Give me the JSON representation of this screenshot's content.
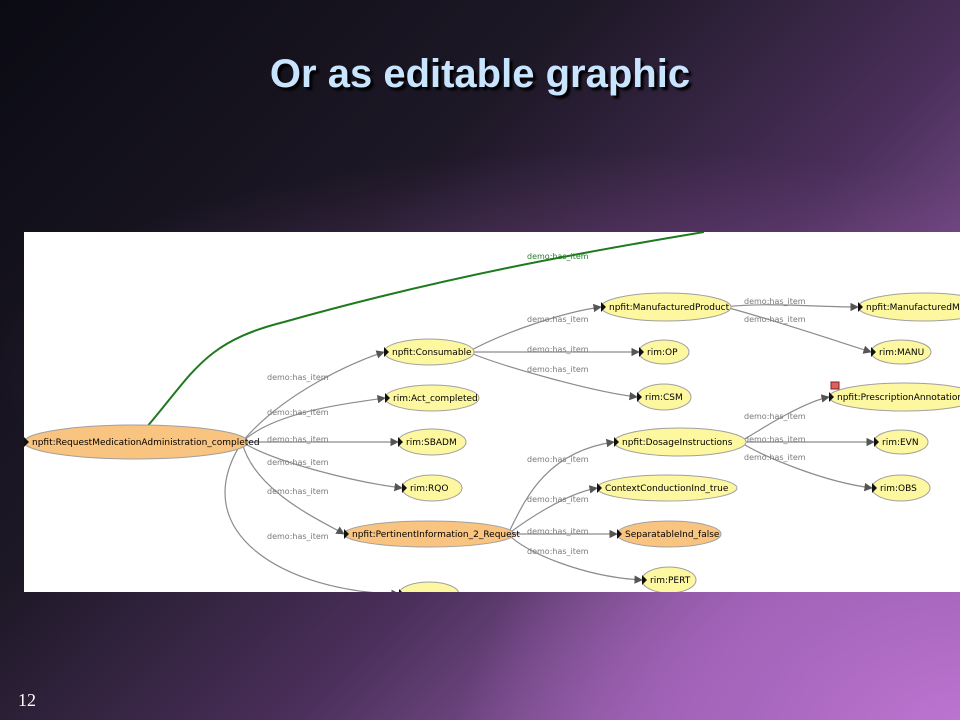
{
  "slide": {
    "title": "Or as editable graphic",
    "page_number": "12"
  },
  "colors": {
    "yellow_node": "#fdf7a0",
    "orange_node": "#f9c480",
    "edge": "#8c8c8c",
    "green_edge": "#1f7a1f"
  },
  "graph": {
    "nodes": [
      {
        "id": "root",
        "label": "npfit:RequestMedicationAdministration_completed",
        "color": "orange"
      },
      {
        "id": "consumable",
        "label": "npfit:Consumable",
        "color": "yellow"
      },
      {
        "id": "actcompleted",
        "label": "rim:Act_completed",
        "color": "yellow"
      },
      {
        "id": "sbadm",
        "label": "rim:SBADM",
        "color": "yellow"
      },
      {
        "id": "rqo",
        "label": "rim:RQO",
        "color": "yellow"
      },
      {
        "id": "pertinent",
        "label": "npfit:PertinentInformation_2_Request",
        "color": "orange"
      },
      {
        "id": "bottom",
        "label": "",
        "color": "yellow"
      },
      {
        "id": "manufproduct",
        "label": "npfit:ManufacturedProduct",
        "color": "yellow"
      },
      {
        "id": "op",
        "label": "rim:OP",
        "color": "yellow"
      },
      {
        "id": "csm",
        "label": "rim:CSM",
        "color": "yellow"
      },
      {
        "id": "manufmaterial",
        "label": "npfit:ManufacturedMateria",
        "color": "yellow"
      },
      {
        "id": "manu",
        "label": "rim:MANU",
        "color": "yellow"
      },
      {
        "id": "prescannot",
        "label": "npfit:PrescriptionAnnotation_",
        "color": "yellow"
      },
      {
        "id": "dosage",
        "label": "npfit:DosageInstructions",
        "color": "yellow"
      },
      {
        "id": "evn",
        "label": "rim:EVN",
        "color": "yellow"
      },
      {
        "id": "obs",
        "label": "rim:OBS",
        "color": "yellow"
      },
      {
        "id": "ctxcond",
        "label": "ContextConductionInd_true",
        "color": "yellow"
      },
      {
        "id": "separatable",
        "label": "SeparatableInd_false",
        "color": "orange"
      },
      {
        "id": "pert",
        "label": "rim:PERT",
        "color": "yellow"
      }
    ],
    "edges": [
      {
        "from": "root",
        "to": "offscreen",
        "label": "demo:has_item",
        "style": "green"
      },
      {
        "from": "root",
        "to": "consumable",
        "label": "demo:has_item"
      },
      {
        "from": "root",
        "to": "actcompleted",
        "label": "demo:has_item"
      },
      {
        "from": "root",
        "to": "sbadm",
        "label": "demo:has_item"
      },
      {
        "from": "root",
        "to": "rqo",
        "label": "demo:has_item"
      },
      {
        "from": "root",
        "to": "pertinent",
        "label": "demo:has_item"
      },
      {
        "from": "root",
        "to": "bottom",
        "label": "demo:has_item"
      },
      {
        "from": "consumable",
        "to": "manufproduct",
        "label": "demo:has_item"
      },
      {
        "from": "consumable",
        "to": "op",
        "label": "demo:has_item"
      },
      {
        "from": "consumable",
        "to": "csm",
        "label": "demo:has_item"
      },
      {
        "from": "manufproduct",
        "to": "manufmaterial",
        "label": "demo:has_item"
      },
      {
        "from": "manufproduct",
        "to": "manu",
        "label": "demo:has_item"
      },
      {
        "from": "dosage",
        "to": "prescannot",
        "label": "demo:has_item"
      },
      {
        "from": "dosage",
        "to": "evn",
        "label": "demo:has_item"
      },
      {
        "from": "dosage",
        "to": "obs",
        "label": "demo:has_item"
      },
      {
        "from": "pertinent",
        "to": "dosage",
        "label": "demo:has_item"
      },
      {
        "from": "pertinent",
        "to": "ctxcond",
        "label": "demo:has_item"
      },
      {
        "from": "pertinent",
        "to": "separatable",
        "label": "demo:has_item"
      },
      {
        "from": "pertinent",
        "to": "pert",
        "label": "demo:has_item"
      }
    ]
  }
}
